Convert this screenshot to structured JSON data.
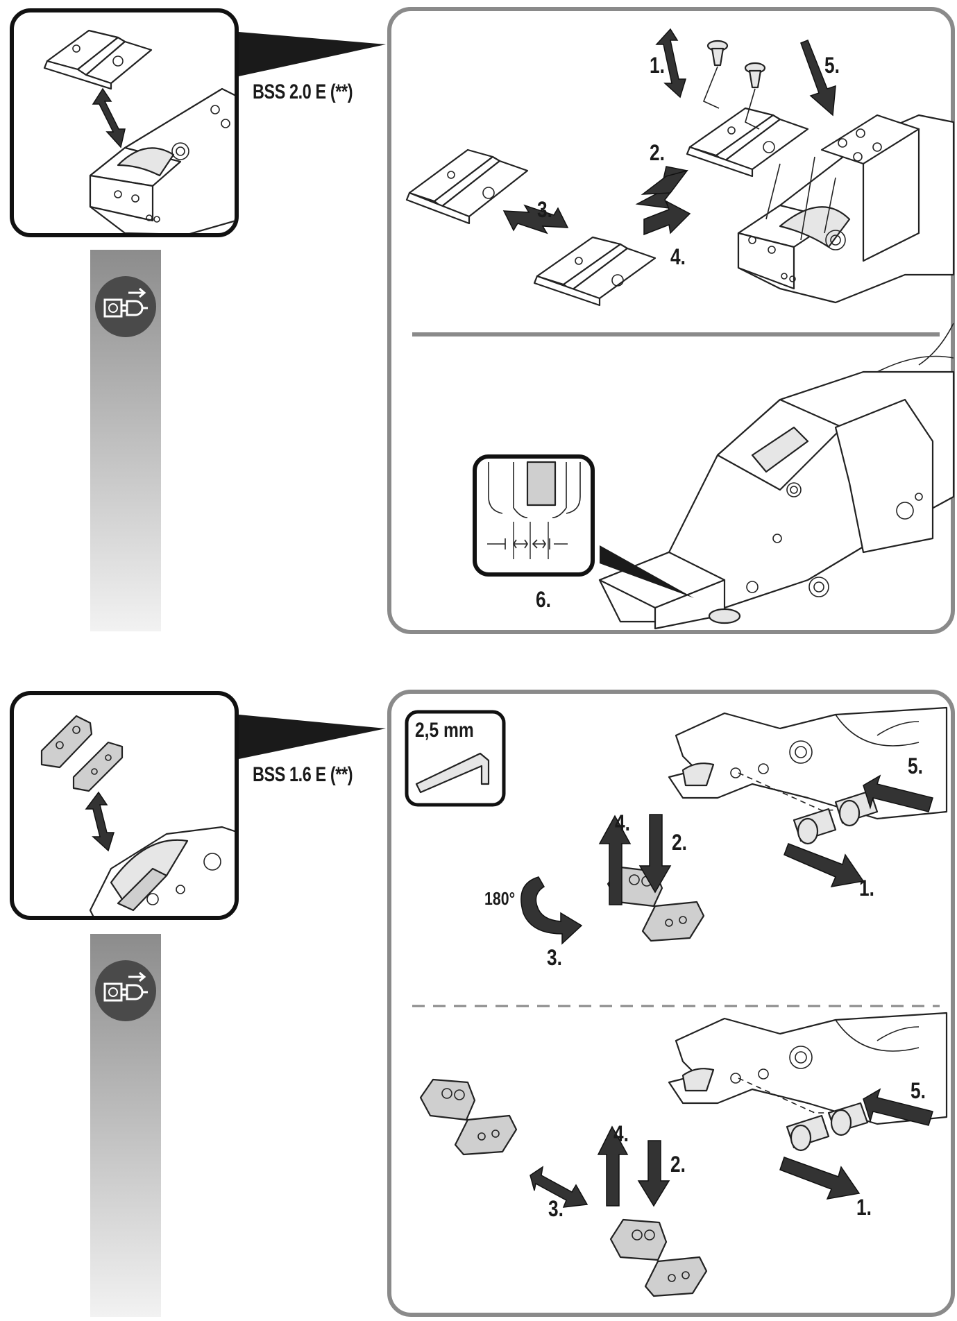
{
  "sections": [
    {
      "model_label": "BSS 2.0 E (**)",
      "steps": [
        "1.",
        "2.",
        "3.",
        "4.",
        "5.",
        "6."
      ]
    },
    {
      "model_label": "BSS 1.6 E (**)",
      "tool_size": "2,5 mm",
      "rotation": "180°",
      "steps_a": [
        "1.",
        "2.",
        "3.",
        "4.",
        "5."
      ],
      "steps_b": [
        "1.",
        "2.",
        "3.",
        "4.",
        "5."
      ]
    }
  ],
  "icons": {
    "unplug": "unplug-icon",
    "hex_key": "hex-key-icon"
  },
  "colors": {
    "panel_border": "#8a8a8a",
    "inset_border": "#111111",
    "bar_gradient_top": "#8c8c8c",
    "bar_gradient_bottom": "#f2f2f2",
    "icon_circle": "#4a4a4a"
  }
}
